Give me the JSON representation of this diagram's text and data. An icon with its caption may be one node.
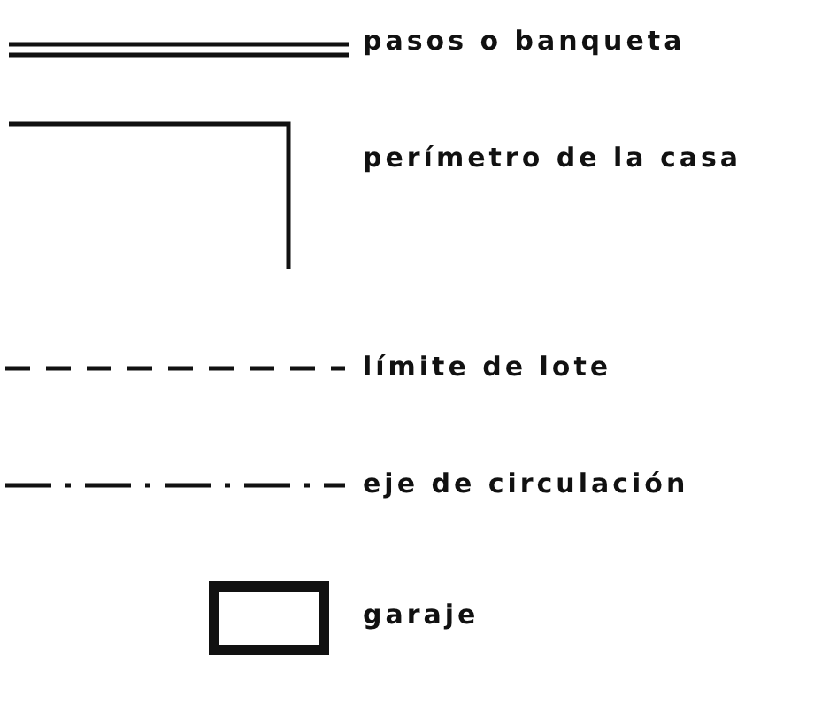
{
  "diagram": {
    "legend": [
      {
        "text": "pasos o banqueta"
      },
      {
        "text": "perímetro de la casa"
      },
      {
        "text": "límite de lote"
      },
      {
        "text": "eje de circulación"
      },
      {
        "text": "garaje"
      }
    ]
  }
}
